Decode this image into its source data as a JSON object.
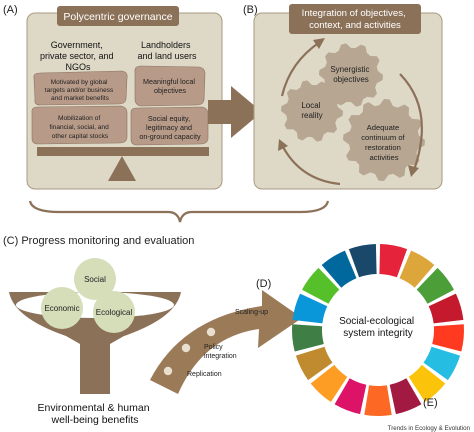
{
  "panel_a": {
    "letter": "(A)",
    "title": "Polycentric governance",
    "left_group_title": [
      "Government,",
      "private sector, and",
      "NGOs"
    ],
    "right_group_title": [
      "Landholders",
      "and land users"
    ],
    "stones": [
      [
        "Motivated by global",
        "targets and/or business",
        "and market benefits"
      ],
      [
        "Mobilization of",
        "financial, social, and",
        "other capital stocks"
      ],
      [
        "Meaningful local",
        "objectives"
      ],
      [
        "Social equity,",
        "legitimacy and",
        "on-ground capacity"
      ]
    ]
  },
  "panel_b": {
    "letter": "(B)",
    "title": [
      "Integration of objectives,",
      "context, and activities"
    ],
    "gears": [
      [
        "Synergistic",
        "objectives"
      ],
      [
        "Local",
        "reality"
      ],
      [
        "Adequate",
        "continuum of",
        "restoration",
        "activities"
      ]
    ]
  },
  "panel_c": {
    "label": "(C) Progress monitoring and evaluation",
    "balls": [
      "Social",
      "Economic",
      "Ecological"
    ],
    "funnel_caption": [
      "Environmental & human",
      "well-being benefits"
    ]
  },
  "panel_d": {
    "letter": "(D)",
    "steps": [
      "Replication",
      [
        "Policy",
        "integration"
      ],
      "Scaling-up"
    ]
  },
  "panel_e": {
    "letter": "(E)",
    "center": [
      "Social-ecological",
      "system integrity"
    ],
    "ring_colors": [
      "#e5243b",
      "#dda63a",
      "#4c9f38",
      "#c5192d",
      "#ff3a21",
      "#26bde2",
      "#fcc30b",
      "#a21942",
      "#fd6925",
      "#dd1367",
      "#fd9d24",
      "#bf8b2e",
      "#3f7e44",
      "#0a97d9",
      "#56c02b",
      "#00689d",
      "#19486a"
    ]
  },
  "footer": "Trends in Ecology & Evolution",
  "colors": {
    "panel_fill": "#ded8c7",
    "header_brown": "#8c7159",
    "gear_fill": "#b7a691",
    "stone_fill": "#b79a88",
    "arrow_brown": "#9b7a58"
  }
}
